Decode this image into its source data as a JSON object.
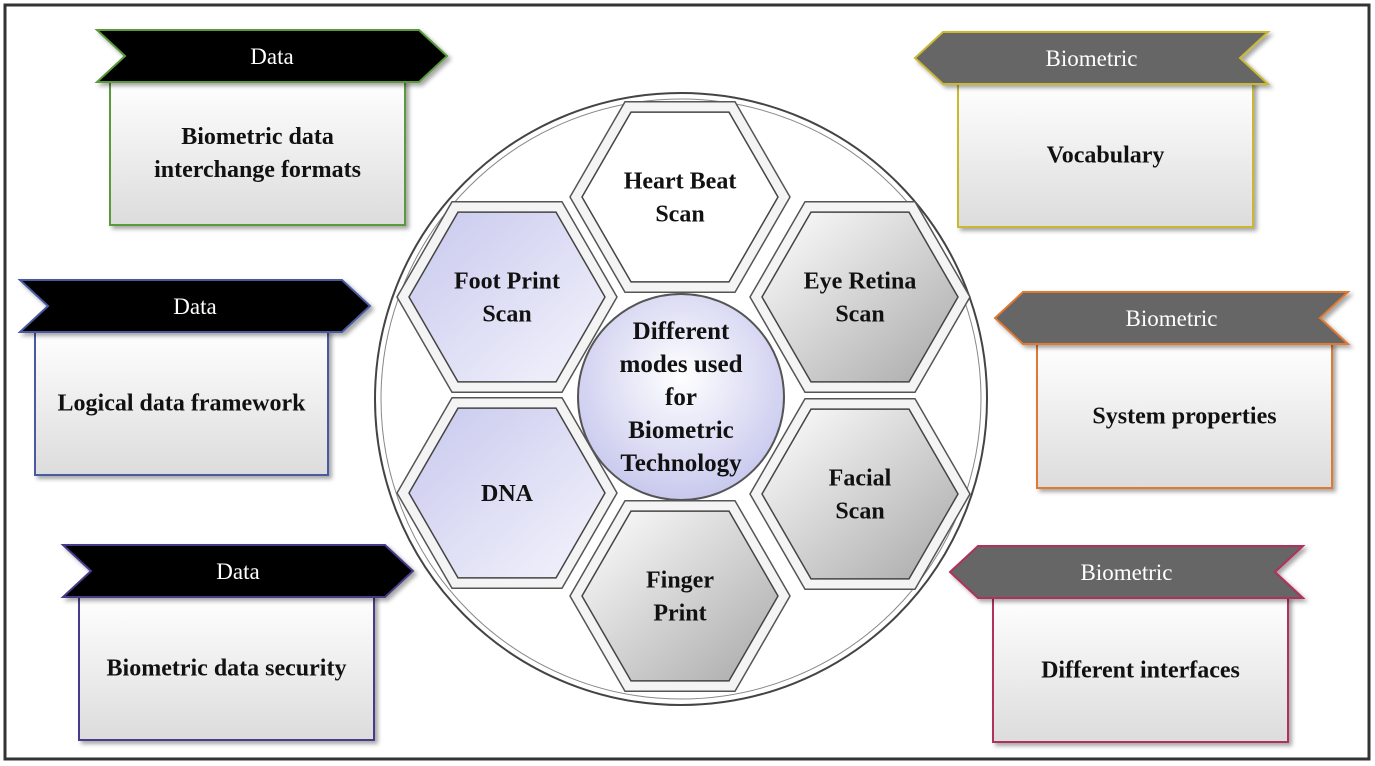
{
  "left_cards": [
    {
      "tag": "Data",
      "text_lines": [
        "Biometric data",
        "interchange formats"
      ],
      "border_color": "#5a9a3a"
    },
    {
      "tag": "Data",
      "text_lines": [
        "Logical data framework"
      ],
      "border_color": "#4a5aa0"
    },
    {
      "tag": "Data",
      "text_lines": [
        "Biometric data security"
      ],
      "border_color": "#4a3a8a"
    }
  ],
  "right_cards": [
    {
      "tag": "Biometric",
      "text_lines": [
        "Vocabulary"
      ],
      "border_color": "#c8b830"
    },
    {
      "tag": "Biometric",
      "text_lines": [
        "System properties"
      ],
      "border_color": "#e07a30"
    },
    {
      "tag": "Biometric",
      "text_lines": [
        "Different interfaces"
      ],
      "border_color": "#b0305a"
    }
  ],
  "center": {
    "text_lines": [
      "Different",
      "modes used",
      "for",
      "Biometric",
      "Technology"
    ]
  },
  "hexagons": [
    {
      "text_lines": [
        "Heart Beat",
        "Scan"
      ],
      "style": "white"
    },
    {
      "text_lines": [
        "Foot Print",
        "Scan"
      ],
      "style": "lavender"
    },
    {
      "text_lines": [
        "Eye Retina",
        "Scan"
      ],
      "style": "gray"
    },
    {
      "text_lines": [
        "DNA"
      ],
      "style": "lavender"
    },
    {
      "text_lines": [
        "Facial",
        "Scan"
      ],
      "style": "gray"
    },
    {
      "text_lines": [
        "Finger",
        "Print"
      ],
      "style": "gray"
    }
  ],
  "colors": {
    "data_tag": "#000000",
    "biometric_tag": "#666666",
    "outer_frame": "#333333"
  }
}
